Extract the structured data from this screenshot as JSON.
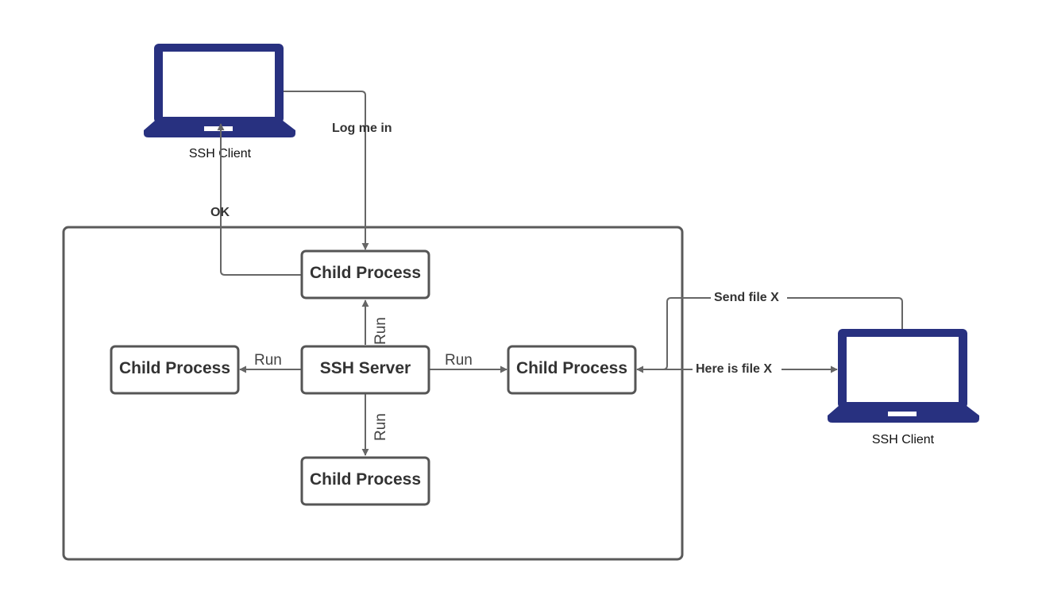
{
  "colors": {
    "laptop": "#283180",
    "box_stroke": "#555555",
    "edge": "#666666",
    "text": "#333333"
  },
  "clients": {
    "top": {
      "label": "SSH Client",
      "icon": "laptop-icon"
    },
    "right": {
      "label": "SSH Client",
      "icon": "laptop-icon"
    }
  },
  "nodes": {
    "server": {
      "label": "SSH Server"
    },
    "child_top": {
      "label": "Child Process"
    },
    "child_left": {
      "label": "Child Process"
    },
    "child_right": {
      "label": "Child Process"
    },
    "child_bottom": {
      "label": "Child Process"
    }
  },
  "edges": {
    "login": {
      "label": "Log me in"
    },
    "ok": {
      "label": "OK"
    },
    "run_up": {
      "label": "Run"
    },
    "run_left": {
      "label": "Run"
    },
    "run_right": {
      "label": "Run"
    },
    "run_down": {
      "label": "Run"
    },
    "send_file": {
      "label": "Send file X"
    },
    "here_file": {
      "label": "Here is file X"
    }
  }
}
